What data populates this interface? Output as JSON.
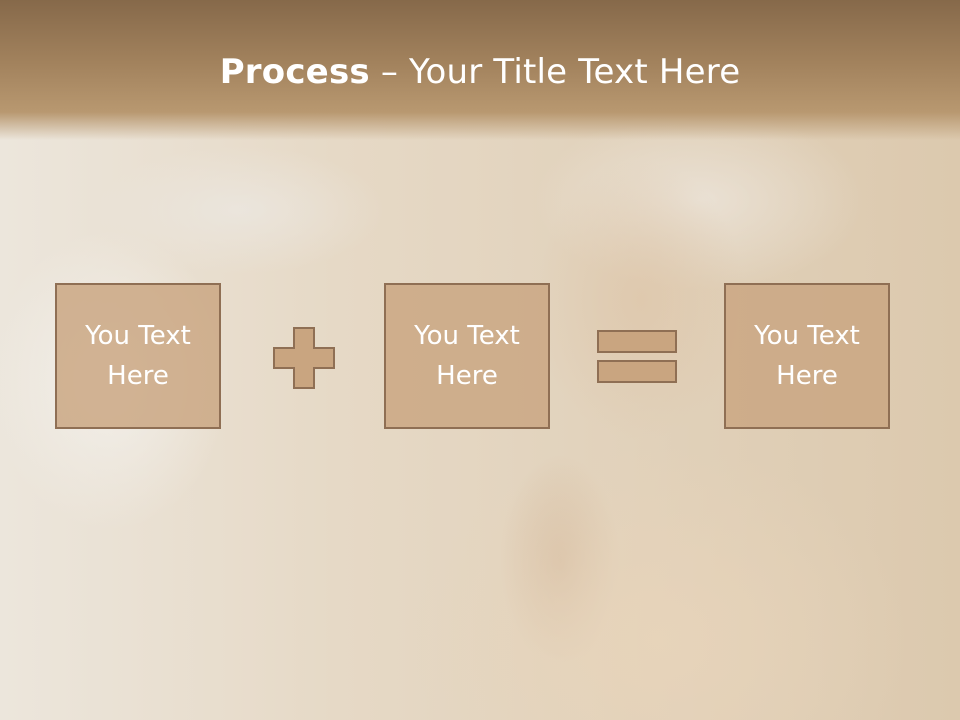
{
  "slide": {
    "title_bold": "Process",
    "title_rest": " – Your Title Text Here",
    "boxes": [
      {
        "label": "You Text Here"
      },
      {
        "label": "You Text Here"
      },
      {
        "label": "You Text Here"
      }
    ],
    "operators": [
      "plus-icon",
      "equals-icon"
    ],
    "colors": {
      "header": "#9c7b56",
      "box_fill": "#c9a580",
      "box_border": "#8f6f54",
      "text": "#ffffff"
    }
  }
}
